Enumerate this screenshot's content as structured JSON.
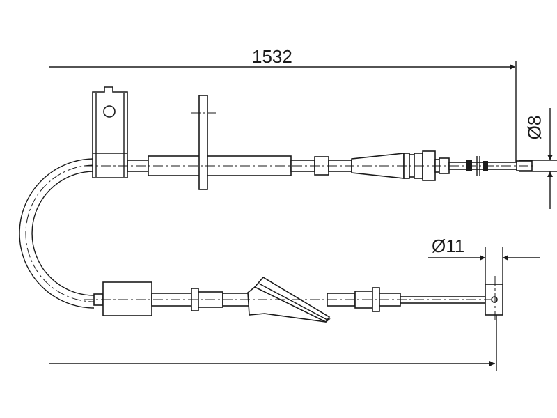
{
  "drawing": {
    "overall_length_label": "1532",
    "end_fitting_diameter_label": "Ø8",
    "eye_diameter_label": "Ø11"
  },
  "colors": {
    "line": "#1a1a1a",
    "background": "#ffffff"
  }
}
